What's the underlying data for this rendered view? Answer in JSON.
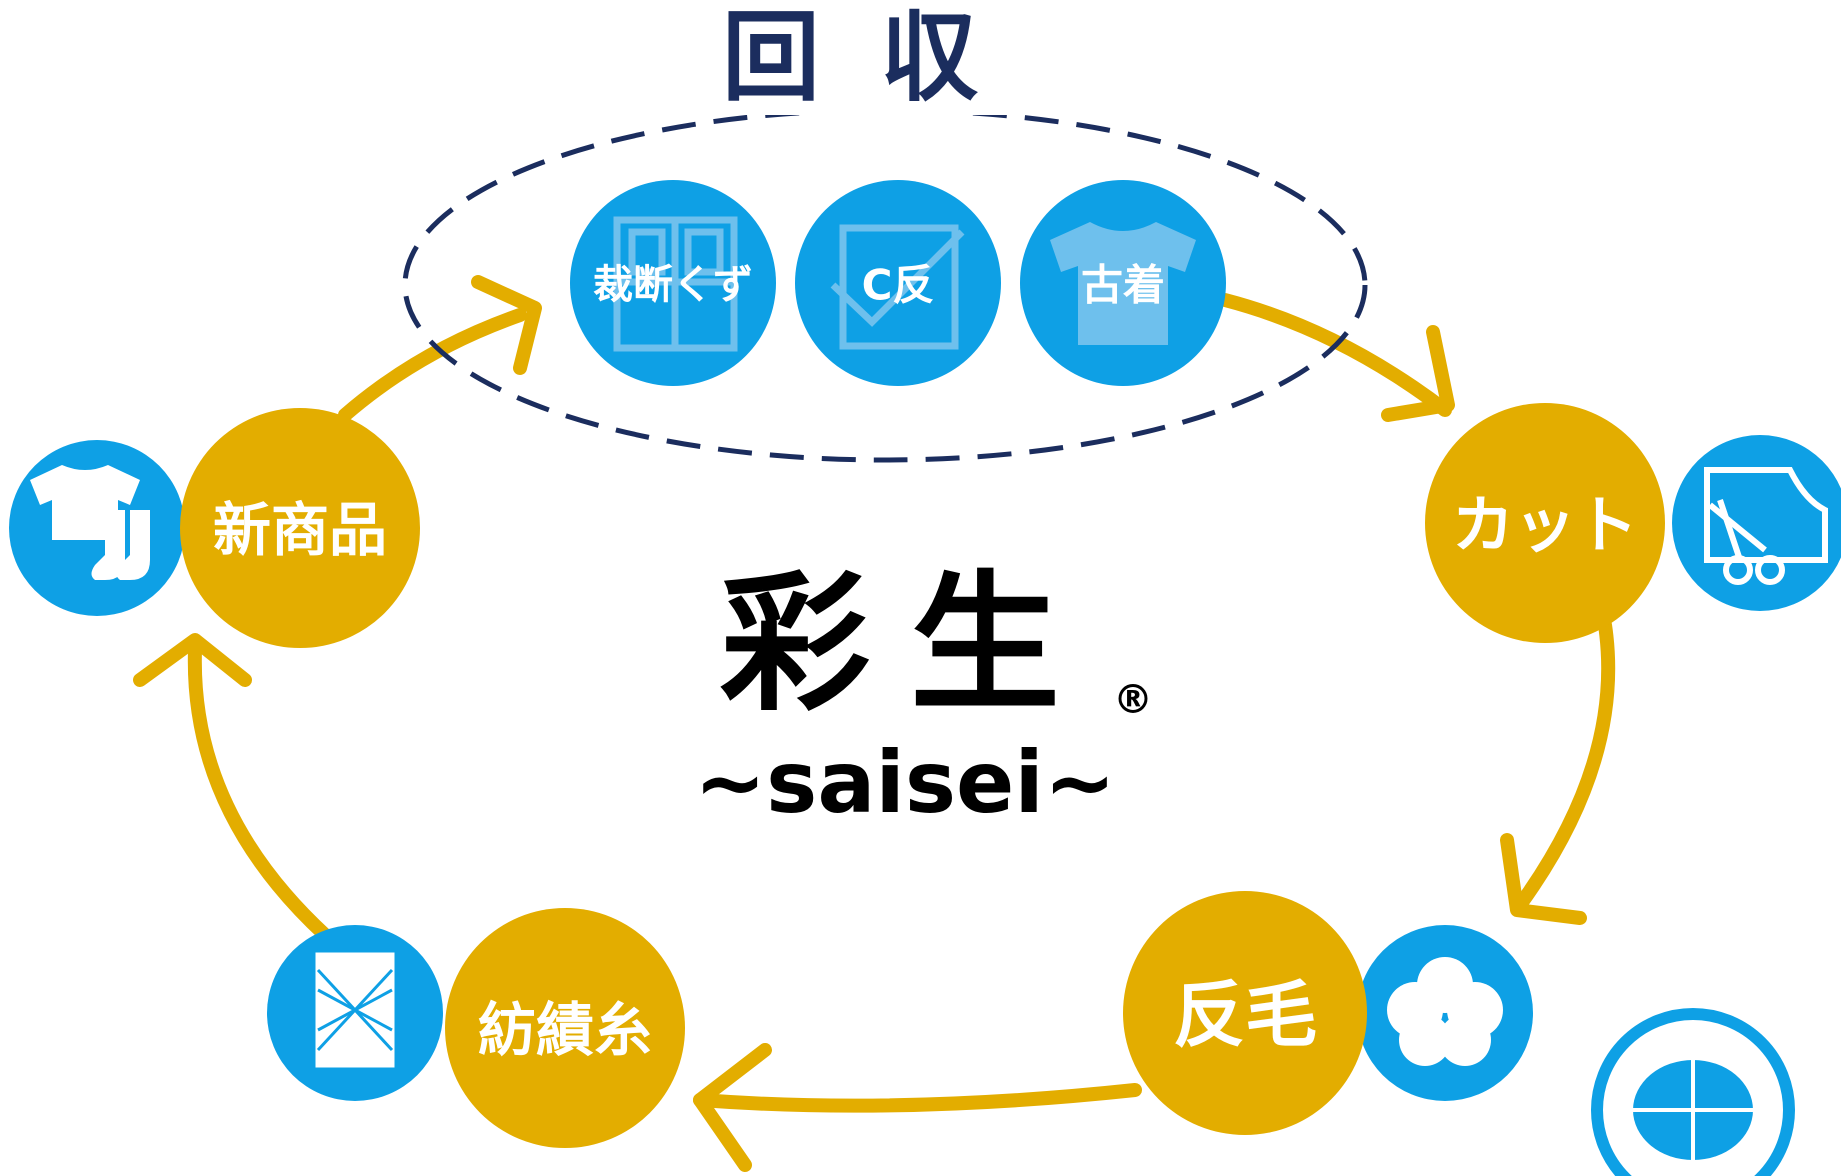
{
  "title": "回収",
  "center": {
    "name": "彩生",
    "mark": "®",
    "romaji": "~saisei~"
  },
  "collected": [
    {
      "label": "裁断くず",
      "icon": "fabric-scraps-icon"
    },
    {
      "label": "C反",
      "icon": "checked-fabric-icon"
    },
    {
      "label": "古着",
      "icon": "used-clothing-icon"
    }
  ],
  "steps": {
    "cut": {
      "label": "カット",
      "icon": "scissors-icon"
    },
    "tanmo": {
      "label": "反毛",
      "icon": "cotton-fiber-icon"
    },
    "yarn": {
      "label": "紡績糸",
      "icon": "yarn-spool-icon"
    },
    "product": {
      "label": "新商品",
      "icon": "clothes-socks-icon"
    }
  },
  "extra_icon": "hands-globe-icon",
  "colors": {
    "gold": "#e3ad00",
    "blue": "#0ea0e5",
    "navy": "#1b2d5e",
    "black": "#000000"
  }
}
